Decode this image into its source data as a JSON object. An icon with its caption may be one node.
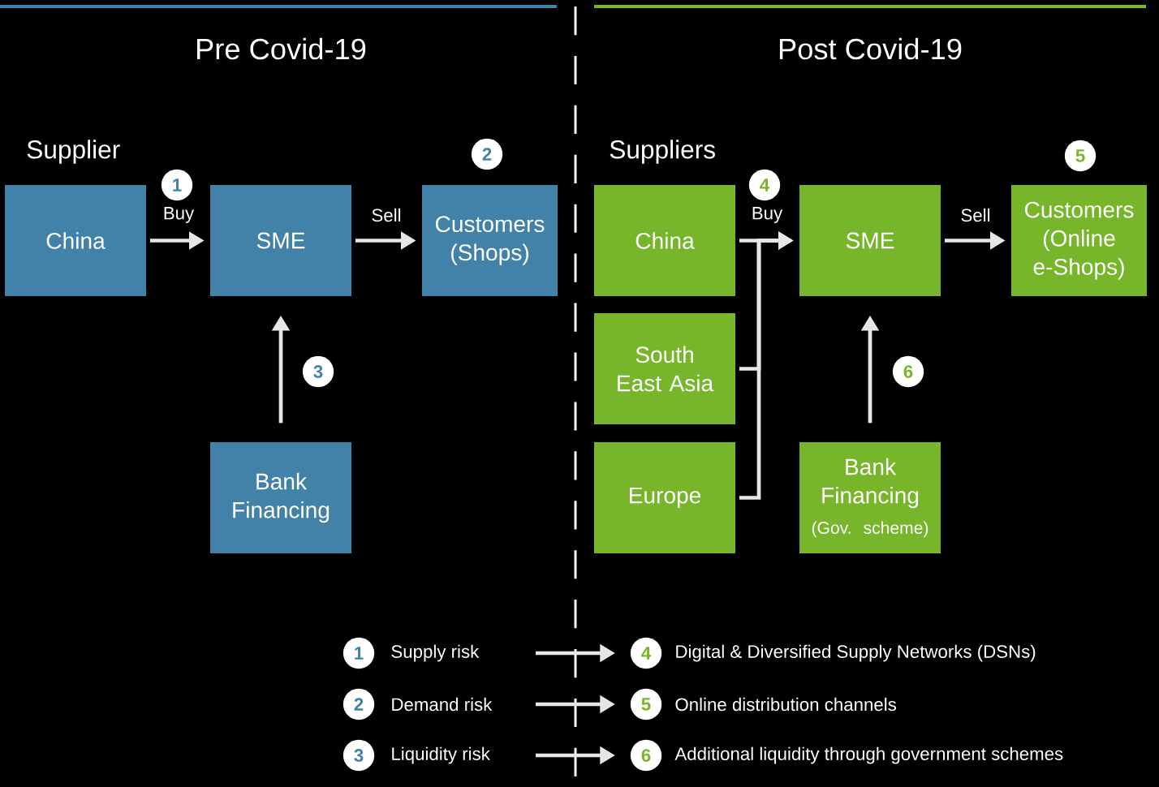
{
  "diagram": {
    "nodes": [
      {
        "text": [
          "China"
        ]
      },
      {
        "text": [
          "SME"
        ]
      },
      {
        "text": [
          "Customers (Shops)"
        ]
      },
      {
        "text": [
          "Bank Financing"
        ]
      },
      {
        "text": [
          "China"
        ]
      },
      {
        "text": [
          "South East Asia"
        ]
      },
      {
        "text": [
          "Europe"
        ]
      },
      {
        "text": [
          "SME"
        ]
      },
      {
        "text": [
          "Customers (Online e-Shops)"
        ]
      },
      {
        "text": [
          "Bank Financing",
          "(Gov. scheme)"
        ]
      },
      {
        "text": [
          "Supply risk"
        ]
      },
      {
        "text": [
          "Demand risk"
        ]
      },
      {
        "text": [
          "Liquidity risk"
        ]
      },
      {
        "text": [
          "Digital & Diversified Supply Networks (DSNs)"
        ]
      },
      {
        "text": [
          "Online distribution channels"
        ]
      },
      {
        "text": [
          "Additional liquidity through government schemes"
        ]
      }
    ],
    "edges": [
      {
        "from": 0,
        "to": 1,
        "arrow": "to",
        "label": "Buy"
      },
      {
        "from": 1,
        "to": 2,
        "arrow": "to",
        "label": "Sell"
      },
      {
        "from": 3,
        "to": 1,
        "arrow": "to"
      },
      {
        "from": 4,
        "to": 7,
        "arrow": "to",
        "label": "Buy"
      },
      {
        "from": 5,
        "to": 7,
        "arrow": "to"
      },
      {
        "from": 6,
        "to": 7,
        "arrow": "to"
      },
      {
        "from": 7,
        "to": 8,
        "arrow": "to",
        "label": "Sell"
      },
      {
        "from": 9,
        "to": 7,
        "arrow": "to"
      },
      {
        "from": 10,
        "to": 13,
        "arrow": "to"
      },
      {
        "from": 11,
        "to": 14,
        "arrow": "to"
      },
      {
        "from": 12,
        "to": 15,
        "arrow": "to"
      }
    ],
    "labels": [
      "Pre Covid-19",
      "Post Covid-19",
      "Supplier",
      "2",
      "1",
      "3",
      "Suppliers",
      "5",
      "4",
      "6",
      "1",
      "4",
      "2",
      "5",
      "3",
      "6"
    ]
  }
}
